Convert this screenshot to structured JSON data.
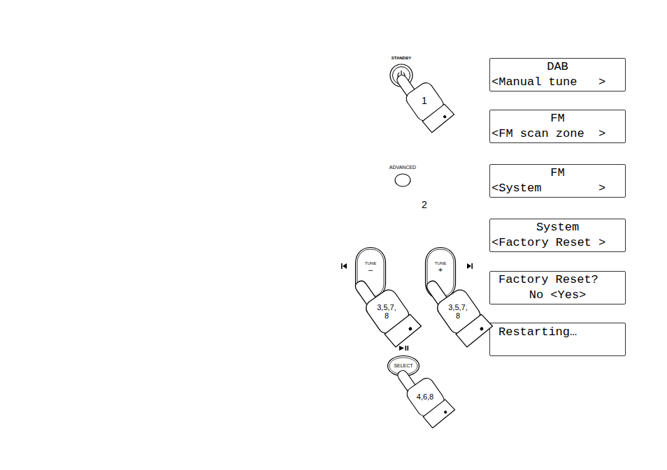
{
  "diagram": {
    "nodes": [
      {
        "text": [
          "STANDBY"
        ]
      },
      {
        "text": [
          "DAB",
          "<Manual tune   >"
        ]
      },
      {
        "text": [
          "FM",
          "<FM scan zone  >"
        ]
      },
      {
        "text": [
          "ADVANCED"
        ]
      },
      {
        "text": [
          "FM",
          "<System        >"
        ]
      },
      {
        "text": [
          "System",
          "<Factory Reset >"
        ]
      },
      {
        "text": [
          "TUNE",
          "–"
        ]
      },
      {
        "text": [
          "TUNE",
          "+"
        ]
      },
      {
        "text": [
          "Factory Reset?",
          "No <Yes>"
        ]
      },
      {
        "text": [
          "SELECT"
        ]
      },
      {
        "text": [
          "Restarting…"
        ]
      }
    ],
    "labels": [
      "1",
      "2",
      "3,5,7, 8",
      "3,5,7, 8",
      "4,6,8"
    ]
  }
}
